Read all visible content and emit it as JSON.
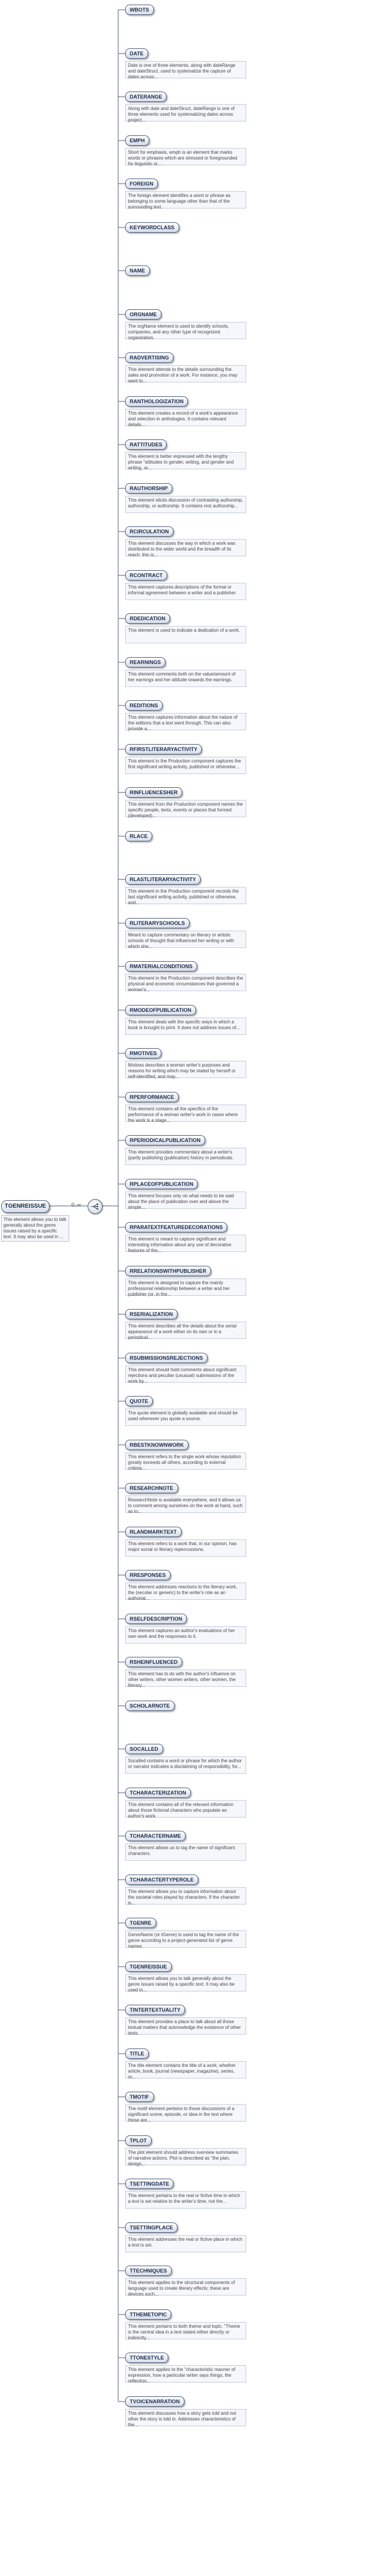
{
  "root": {
    "name": "TGENREISSUE",
    "doc": "This element allows you to talk generally about the genre issues raised by a specific text. It may also be used in ...",
    "occurrence": "0..∞"
  },
  "elements": [
    {
      "name": "WBOTS",
      "doc": ""
    },
    {
      "name": "DATE",
      "doc": "Date is one of three elements, along with dateRange and dateStruct, used to systematize the capture of dates across..."
    },
    {
      "name": "DATERANGE",
      "doc": "Along with date and dateStruct, dateRange is one of three elements used for systematizing dates across project..."
    },
    {
      "name": "EMPH",
      "doc": "Short for emphasis, emph is an element that marks words or phrases which are stressed or foregrounded for linguistic or..."
    },
    {
      "name": "FOREIGN",
      "doc": "The foreign element identifies a word or phrase as belonging to some language other than that of the surrounding text."
    },
    {
      "name": "KEYWORDCLASS",
      "doc": ""
    },
    {
      "name": "NAME",
      "doc": ""
    },
    {
      "name": "ORGNAME",
      "doc": "The orgName element is used to identify schools, companies, and any other type of recognized organization."
    },
    {
      "name": "RADVERTISING",
      "doc": "This element attends to the details surrounding the sales and promotion of a work. For instance, you may want to..."
    },
    {
      "name": "RANTHOLOGIZATION",
      "doc": "This element creates a record of a work's appearance and selection in anthologies. It contains relevant details..."
    },
    {
      "name": "RATTITUDES",
      "doc": "This element is better expressed with the lengthy phrase \"attitudes to gender, writing, and gender and writing, or..."
    },
    {
      "name": "RAUTHORSHIP",
      "doc": "This element elicits discussion of contrasting authorship, authorship, or authorship. It contains rest authorship..."
    },
    {
      "name": "RCIRCULATION",
      "doc": "This element discusses the way in which a work was distributed to the wider world and the breadth of its reach: this is..."
    },
    {
      "name": "RCONTRACT",
      "doc": "This element captures descriptions of the formal or informal agreement between a writer and a publisher."
    },
    {
      "name": "RDEDICATION",
      "doc": "This element is used to indicate a dedication of a work."
    },
    {
      "name": "REARNINGS",
      "doc": "This element comments both on the value/amount of her earnings and her attitude towards the earnings."
    },
    {
      "name": "REDITIONS",
      "doc": "This element captures information about the nature of the editions that a text went through. This can also provide a..."
    },
    {
      "name": "RFIRSTLITERARYACTIVITY",
      "doc": "This element in the Production component captures the first significant writing activity, published or otherwise..."
    },
    {
      "name": "RINFLUENCESHER",
      "doc": "This element from the Production component names the specific people, texts, events or places that formed (developed)..."
    },
    {
      "name": "RLACE",
      "doc": ""
    },
    {
      "name": "RLASTLITERARYACTIVITY",
      "doc": "This element in the Production component records the last significant writing activity, published or otherwise, and..."
    },
    {
      "name": "RLITERARYSCHOOLS",
      "doc": "Meant to capture commentary on literary or artistic schools of thought that influenced her writing or with which she..."
    },
    {
      "name": "RMATERIALCONDITIONS",
      "doc": "This element in the Production component describes the physical and economic circumstances that governed a woman's..."
    },
    {
      "name": "RMODEOFPUBLICATION",
      "doc": "This element deals with the specific ways in which a book is brought to print. It does not address issues of..."
    },
    {
      "name": "RMOTIVES",
      "doc": "Motives describes a woman writer's purposes and reasons for writing which may be stated by herself or self-identified, and may..."
    },
    {
      "name": "RPERFORMANCE",
      "doc": "This element contains all the specifics of the performance of a woman writer's work in cases where the work is a stage..."
    },
    {
      "name": "RPERIODICALPUBLICATION",
      "doc": "This element provides commentary about a writer's (partly publishing (publication) history in periodicals."
    },
    {
      "name": "RPLACEOFPUBLICATION",
      "doc": "This element focuses only on what needs to be said about the place of publication over and above the simple..."
    },
    {
      "name": "RPARATEXTFEATUREDECORATIONS",
      "doc": "This element is meant to capture significant and interesting information about any use of decorative features of the..."
    },
    {
      "name": "RRELATIONSWITHPUBLISHER",
      "doc": "This element is designed to capture the mainly professional relationship between a writer and her publisher (or, in the..."
    },
    {
      "name": "RSERIALIZATION",
      "doc": "This element describes all the details about the serial appearance of a work either on its own or in a periodical..."
    },
    {
      "name": "RSUBMISSIONSREJECTIONS",
      "doc": "This element should hold comments about significant rejections and peculiar (unusual) submissions of the work by..."
    },
    {
      "name": "QUOTE",
      "doc": "The quote element is globally available and should be used whenever you quote a source."
    },
    {
      "name": "RBESTKNOWNWORK",
      "doc": "This element refers to the single work whose reputation greatly exceeds all others, according to external criteria..."
    },
    {
      "name": "RESEARCHNOTE",
      "doc": "ResearchNote is available everywhere, and it allows us to comment among ourselves on the work at hand, such as to..."
    },
    {
      "name": "RLANDMARKTEXT",
      "doc": "This element refers to a work that, in our opinion, has major social or literary repercussions."
    },
    {
      "name": "RRESPONSES",
      "doc": "This element addresses reactions to the literary work, the (secular or generic) to the writer's role as an authorial..."
    },
    {
      "name": "RSELFDESCRIPTION",
      "doc": "This element captures an author's evaluations of her own work and the responses to it."
    },
    {
      "name": "RSHEINFLUENCED",
      "doc": "This element has to do with the author's influence on other writers, other women writers, other women, the literary..."
    },
    {
      "name": "SCHOLARNOTE",
      "doc": ""
    },
    {
      "name": "SOCALLED",
      "doc": "Socalled contains a word or phrase for which the author or narrator indicates a disclaiming of responsibility, for..."
    },
    {
      "name": "TCHARACTERIZATION",
      "doc": "This element contains all of the relevant information about those fictional characters who populate an author's work."
    },
    {
      "name": "TCHARACTERNAME",
      "doc": "This element allows us to tag the name of significant characters."
    },
    {
      "name": "TCHARACTERTYPEROLE",
      "doc": "This element allows you to capture information about the societal roles played by characters. If the character is..."
    },
    {
      "name": "TGENRE",
      "doc": "GenreName (or tGenre) is used to tag the name of the genre according to a project-generated list of genre names."
    },
    {
      "name": "TGENREISSUE",
      "doc": "This element allows you to talk generally about the genre issues raised by a specific text. It may also be used in..."
    },
    {
      "name": "TINTERTEXTUALITY",
      "doc": "This element provides a place to talk about all those textual matters that acknowledge the existence of other texts."
    },
    {
      "name": "TITLE",
      "doc": "The title element contains the title of a work, whether article, book, journal (newspaper, magazine), series, or..."
    },
    {
      "name": "TMOTIF",
      "doc": "The motif element pertains to those discussions of a significant scene, episode, or idea in the text where these are..."
    },
    {
      "name": "TPLOT",
      "doc": "The plot element should address overview summaries of narrative actions. Plot is described as \"the plan, design..."
    },
    {
      "name": "TSETTINGDATE",
      "doc": "This element pertains to the real or fictive time in which a text is set relative to the writer's time, not the..."
    },
    {
      "name": "TSETTINGPLACE",
      "doc": "This element addresses the real or fictive place in which a text is set."
    },
    {
      "name": "TTECHNIQUES",
      "doc": "This element applies to the structural components of language used to create literary effects: these are devices such..."
    },
    {
      "name": "TTHEMETOPIC",
      "doc": "This element pertains to both theme and topic. \"Theme is the central idea in a text stated either directly or indirectly..."
    },
    {
      "name": "TTONESTYLE",
      "doc": "This element applies to the \"characteristic manner of expression, how a particular writer says things, the reflection..."
    },
    {
      "name": "TVOICENARRATION",
      "doc": "This element discusses how a story gets told and not other the story is told in. Addresses characteristics of the..."
    }
  ],
  "colors": {
    "border": "#4a5a78",
    "connector": "#4a5a78",
    "box_fill_top": "#ffffff",
    "box_fill_bottom": "#d6dce9",
    "doc_fill": "#f6f7fb"
  }
}
